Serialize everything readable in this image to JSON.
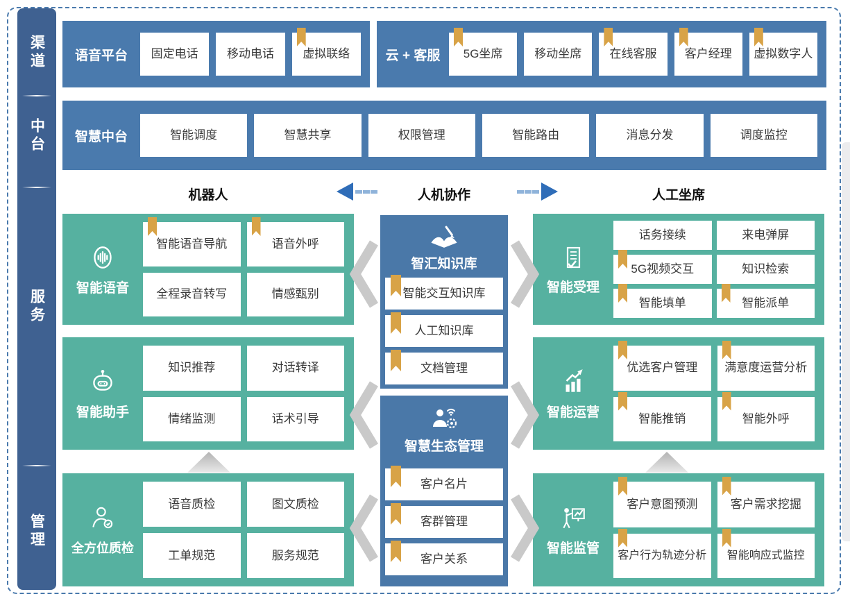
{
  "colors": {
    "panel_blue": "#4a7aad",
    "column_blue": "#4a78a8",
    "sidebar_blue": "#3f6191",
    "service_green": "#56b1a0",
    "bookmark_gold": "#d8a347",
    "flow_arrow_gray": "#c9c9c9",
    "header_arrow_blue": "#2f6db8",
    "dashed_border": "#4a7aad"
  },
  "sidebar": {
    "items": [
      "渠道",
      "中台",
      "服务",
      "管理"
    ]
  },
  "channel_row": {
    "voice_platform": {
      "label": "语音平台",
      "items": [
        {
          "label": "固定电话",
          "bookmark": false
        },
        {
          "label": "移动电话",
          "bookmark": false
        },
        {
          "label": "虚拟联络",
          "bookmark": true
        }
      ]
    },
    "cloud_service": {
      "label": "云 + 客服",
      "items": [
        {
          "label": "5G坐席",
          "bookmark": true
        },
        {
          "label": "移动坐席",
          "bookmark": false
        },
        {
          "label": "在线客服",
          "bookmark": true
        },
        {
          "label": "客户经理",
          "bookmark": true
        },
        {
          "label": "虚拟数字人",
          "bookmark": true
        }
      ]
    }
  },
  "midplatform_row": {
    "label": "智慧中台",
    "items": [
      {
        "label": "智能调度"
      },
      {
        "label": "智慧共享"
      },
      {
        "label": "权限管理"
      },
      {
        "label": "智能路由"
      },
      {
        "label": "消息分发"
      },
      {
        "label": "调度监控"
      }
    ]
  },
  "collab_header": {
    "left": "机器人",
    "center": "人机协作",
    "right": "人工坐席"
  },
  "robot_column": {
    "blocks": [
      {
        "label": "智能语音",
        "icon": "voice-wave-icon",
        "items": [
          {
            "label": "智能语音导航",
            "bookmark": true
          },
          {
            "label": "语音外呼",
            "bookmark": true
          },
          {
            "label": "全程录音转写",
            "bookmark": false
          },
          {
            "label": "情感甄别",
            "bookmark": false
          }
        ]
      },
      {
        "label": "智能助手",
        "icon": "robot-icon",
        "items": [
          {
            "label": "知识推荐",
            "bookmark": false
          },
          {
            "label": "对话转译",
            "bookmark": false
          },
          {
            "label": "情绪监测",
            "bookmark": false
          },
          {
            "label": "话术引导",
            "bookmark": false
          }
        ]
      },
      {
        "label": "全方位质检",
        "icon": "person-check-icon",
        "items": [
          {
            "label": "语音质检",
            "bookmark": false
          },
          {
            "label": "图文质检",
            "bookmark": false
          },
          {
            "label": "工单规范",
            "bookmark": false
          },
          {
            "label": "服务规范",
            "bookmark": false
          }
        ]
      }
    ]
  },
  "knowledge_column": {
    "blocks": [
      {
        "label": "智汇知识库",
        "icon": "book-pen-icon",
        "items": [
          {
            "label": "智能交互知识库",
            "bookmark": true
          },
          {
            "label": "人工知识库",
            "bookmark": true
          },
          {
            "label": "文档管理",
            "bookmark": true
          }
        ]
      },
      {
        "label": "智慧生态管理",
        "icon": "person-network-icon",
        "items": [
          {
            "label": "客户名片",
            "bookmark": true
          },
          {
            "label": "客群管理",
            "bookmark": true
          },
          {
            "label": "客户关系",
            "bookmark": true
          }
        ]
      }
    ]
  },
  "agent_column": {
    "blocks": [
      {
        "label": "智能受理",
        "icon": "doc-check-icon",
        "items": [
          {
            "label": "话务接续",
            "bookmark": false
          },
          {
            "label": "来电弹屏",
            "bookmark": false
          },
          {
            "label": "5G视频交互",
            "bookmark": true
          },
          {
            "label": "知识检索",
            "bookmark": false
          },
          {
            "label": "智能填单",
            "bookmark": true
          },
          {
            "label": "智能派单",
            "bookmark": true
          }
        ]
      },
      {
        "label": "智能运营",
        "icon": "chart-up-icon",
        "items": [
          {
            "label": "优选客户管理",
            "bookmark": true
          },
          {
            "label": "满意度运营分析",
            "bookmark": true
          },
          {
            "label": "智能推销",
            "bookmark": true
          },
          {
            "label": "智能外呼",
            "bookmark": true
          }
        ]
      },
      {
        "label": "智能监管",
        "icon": "presenter-chart-icon",
        "items": [
          {
            "label": "客户意图预测",
            "bookmark": true
          },
          {
            "label": "客户需求挖掘",
            "bookmark": true
          },
          {
            "label": "客户行为轨迹分析",
            "bookmark": true
          },
          {
            "label": "智能响应式监控",
            "bookmark": true
          }
        ]
      }
    ]
  }
}
